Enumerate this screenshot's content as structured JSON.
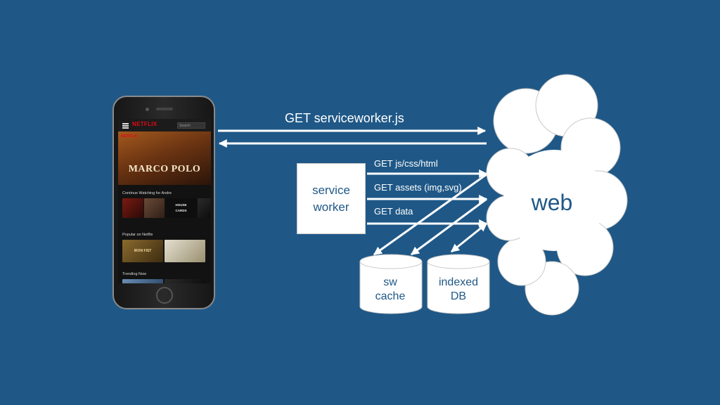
{
  "phone": {
    "app_logo": "NETFLIX",
    "search_placeholder": "Search",
    "hero_tag": "NETFLIX",
    "hero_title": "MARCO POLO",
    "rows": [
      {
        "label": "Continue Watching for Andre",
        "thumb_texts": [
          "",
          "",
          "HOUSE\nCARDS",
          ""
        ]
      },
      {
        "label": "Popular on Netflix",
        "thumb_texts": [
          "IRON FIST",
          ""
        ]
      },
      {
        "label": "Trending Now"
      }
    ]
  },
  "diagram": {
    "top_request": "GET serviceworker.js",
    "requests": [
      "GET js/css/html",
      "GET assets (img,svg)",
      "GET data"
    ],
    "service_worker_label": "service\nworker",
    "sw_cache_label": "sw\ncache",
    "indexed_db_label": "indexed\nDB",
    "cloud_label": "web"
  },
  "colors": {
    "background": "#1f5887",
    "arrow": "#ffffff",
    "shape_fill": "#ffffff",
    "shape_text": "#1f5887",
    "netflix_red": "#e50914"
  }
}
